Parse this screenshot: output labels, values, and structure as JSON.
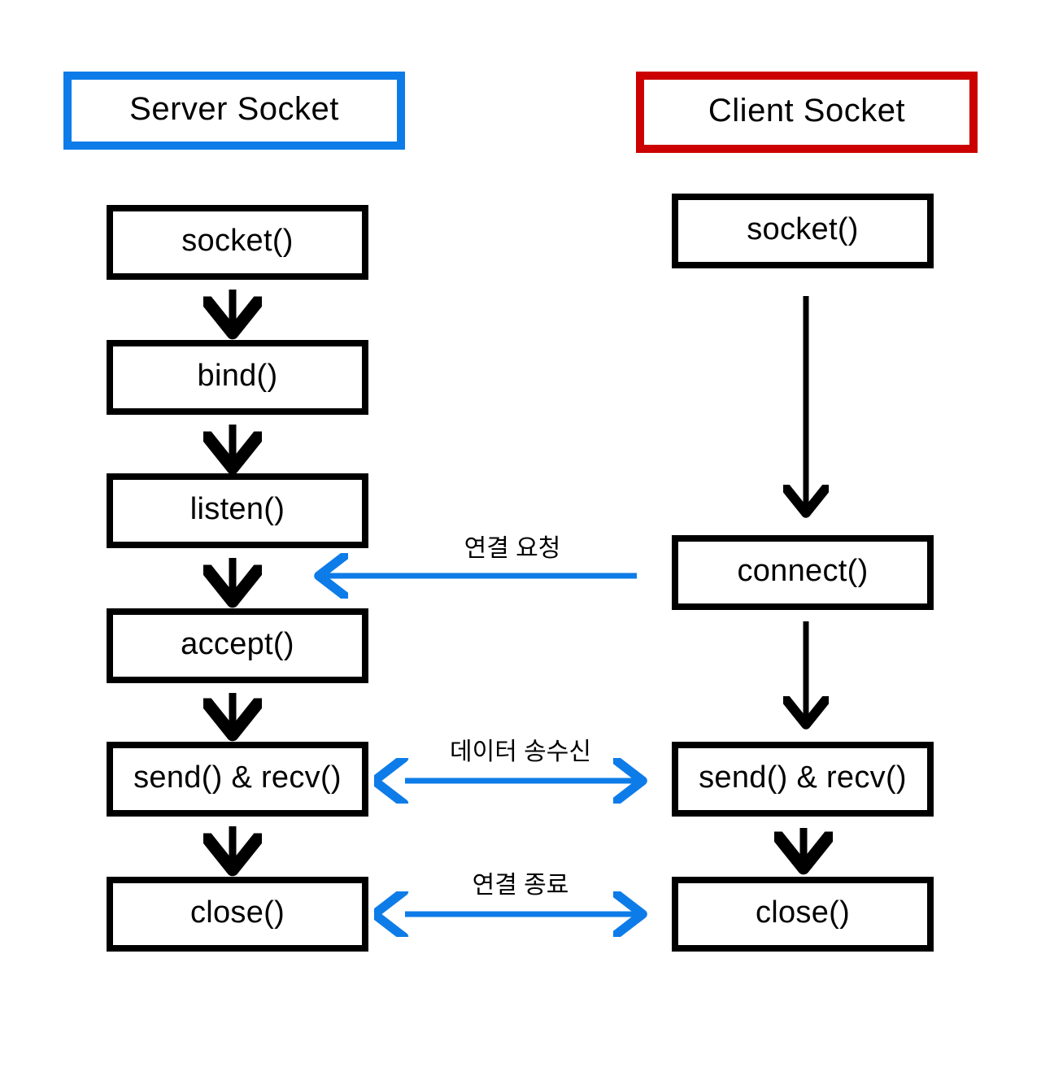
{
  "diagram": {
    "title": "Server Socket / Client Socket flow",
    "background_color": "#ffffff",
    "box_border_color": "#000000",
    "server_accent_color": "#0d7ce8",
    "client_accent_color": "#cc0000",
    "arrow_color_blue": "#0d7ce8"
  },
  "server": {
    "header_label": "Server Socket",
    "steps": [
      {
        "label": "socket()"
      },
      {
        "label": "bind()"
      },
      {
        "label": "listen()"
      },
      {
        "label": "accept()"
      },
      {
        "label": "send() & recv()"
      },
      {
        "label": "close()"
      }
    ]
  },
  "client": {
    "header_label": "Client Socket",
    "steps": [
      {
        "label": "socket()"
      },
      {
        "label": "connect()"
      },
      {
        "label": "send() & recv()"
      },
      {
        "label": "close()"
      }
    ]
  },
  "interactions": [
    {
      "label": "연결 요청",
      "direction": "client-to-server"
    },
    {
      "label": "데이터 송수신",
      "direction": "bidirectional"
    },
    {
      "label": "연결 종료",
      "direction": "bidirectional"
    }
  ]
}
